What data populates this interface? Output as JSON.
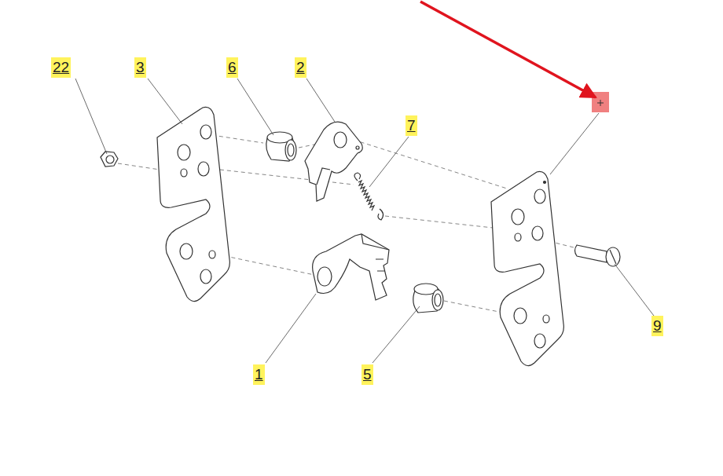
{
  "diagram": {
    "labels": [
      "22",
      "3",
      "6",
      "2",
      "7",
      "9",
      "1",
      "5"
    ]
  }
}
